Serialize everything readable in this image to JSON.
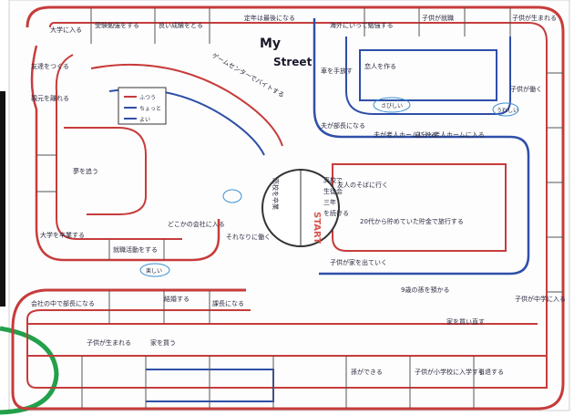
{
  "board": {
    "title_line1": "My",
    "title_line2": "Street",
    "start_label": "START",
    "start_side_text": "高校を卒業",
    "legend": {
      "line1": "ふつう",
      "line2": "ちょっと",
      "line3": "よい"
    },
    "center_texts": [
      "高校で",
      "生徒会",
      "三年",
      "を続ける"
    ],
    "squares": [
      {
        "id": "sq1",
        "text": "大学に入る"
      },
      {
        "id": "sq2",
        "text": "受験勉強をする"
      },
      {
        "id": "sq3",
        "text": "良い成績をとる"
      },
      {
        "id": "sq4",
        "text": "ゲームセンターでバイトする"
      },
      {
        "id": "sq5",
        "text": "定年は最後になる"
      },
      {
        "id": "sq6",
        "text": "海外にいって勉強する"
      },
      {
        "id": "sq7",
        "text": "子供が就職"
      },
      {
        "id": "sq8",
        "text": "子供が生まれる"
      },
      {
        "id": "sq9",
        "text": "友達をつくる"
      },
      {
        "id": "sq10",
        "text": "親元を離れる"
      },
      {
        "id": "sq11",
        "text": "夢を追う"
      },
      {
        "id": "sq12",
        "text": "恋人を作る"
      },
      {
        "id": "sq13",
        "text": "車を手放す"
      },
      {
        "id": "sq14",
        "text": "夫が部長になる"
      },
      {
        "id": "sq15",
        "text": "夫が老人ホームに入る"
      },
      {
        "id": "sq16",
        "text": "自分も老人ホームに入る"
      },
      {
        "id": "sq17",
        "text": "子供が働く"
      },
      {
        "id": "sq18",
        "text": "大学を卒業する"
      },
      {
        "id": "sq19",
        "text": "就職活動をする"
      },
      {
        "id": "sq20",
        "text": "どこかの会社に入る"
      },
      {
        "id": "sq21",
        "text": "それなりに働く"
      },
      {
        "id": "sq22",
        "text": "友人のそばに行く"
      },
      {
        "id": "sq23",
        "text": "20代から貯めていた貯金で旅行する"
      },
      {
        "id": "sq24",
        "text": "子供が家を出ていく"
      },
      {
        "id": "sq25",
        "text": "9歳の孫を預かる"
      },
      {
        "id": "sq26",
        "text": "会社の中で部長になる"
      },
      {
        "id": "sq27",
        "text": "課長になる"
      },
      {
        "id": "sq28",
        "text": "家を買う"
      },
      {
        "id": "sq29",
        "text": "結婚する"
      },
      {
        "id": "sq30",
        "text": "子供が生まれる"
      },
      {
        "id": "sq31",
        "text": "家を買い直す"
      },
      {
        "id": "sq32",
        "text": "孫ができる"
      },
      {
        "id": "sq33",
        "text": "子供が小学校に入学する"
      },
      {
        "id": "sq34",
        "text": "子供が中学に入る"
      },
      {
        "id": "sq35",
        "text": "引退する"
      }
    ],
    "notes": [
      "さびしい",
      "楽しい",
      "うれしい"
    ]
  }
}
